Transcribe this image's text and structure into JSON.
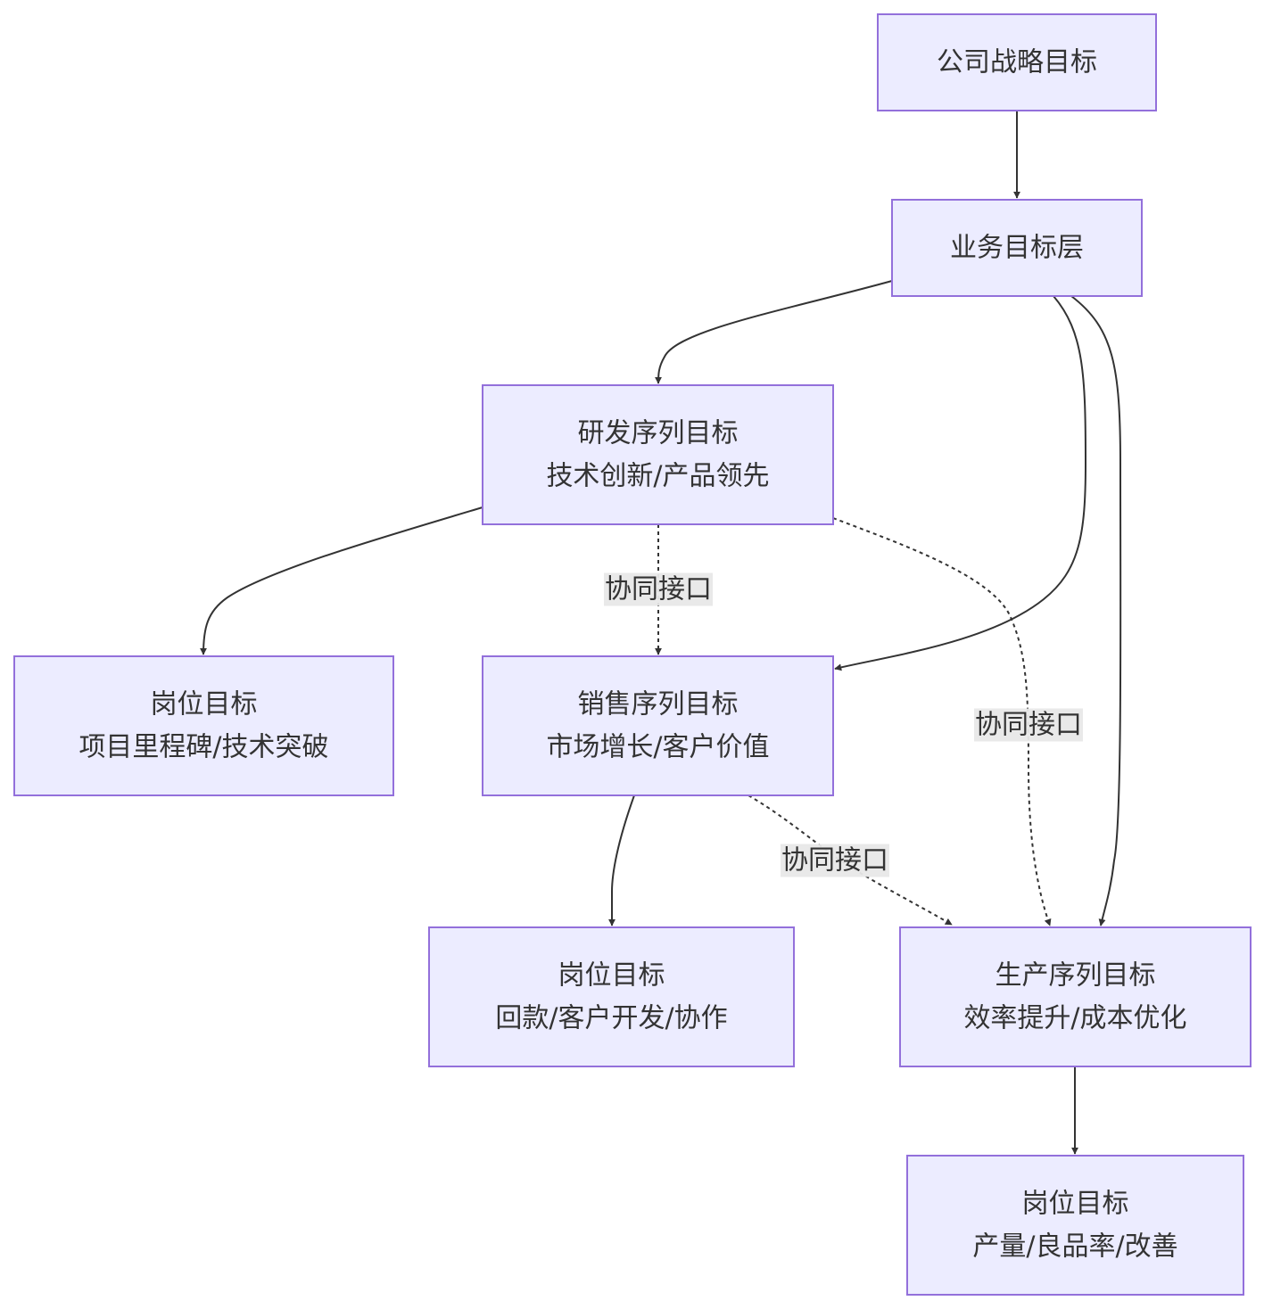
{
  "nodes": {
    "strategy": {
      "lines": [
        "公司战略目标"
      ]
    },
    "business": {
      "lines": [
        "业务目标层"
      ]
    },
    "rnd": {
      "lines": [
        "研发序列目标",
        "技术创新/产品领先"
      ]
    },
    "sales": {
      "lines": [
        "销售序列目标",
        "市场增长/客户价值"
      ]
    },
    "production": {
      "lines": [
        "生产序列目标",
        "效率提升/成本优化"
      ]
    },
    "pos_rnd": {
      "lines": [
        "岗位目标",
        "项目里程碑/技术突破"
      ]
    },
    "pos_sales": {
      "lines": [
        "岗位目标",
        "回款/客户开发/协作"
      ]
    },
    "pos_prod": {
      "lines": [
        "岗位目标",
        "产量/良品率/改善"
      ]
    }
  },
  "edges": [
    {
      "from": "strategy",
      "to": "business",
      "style": "solid",
      "label": ""
    },
    {
      "from": "business",
      "to": "rnd",
      "style": "solid",
      "label": ""
    },
    {
      "from": "business",
      "to": "sales",
      "style": "solid",
      "label": ""
    },
    {
      "from": "business",
      "to": "production",
      "style": "solid",
      "label": ""
    },
    {
      "from": "rnd",
      "to": "pos_rnd",
      "style": "solid",
      "label": ""
    },
    {
      "from": "rnd",
      "to": "sales",
      "style": "dashed",
      "label": "协同接口"
    },
    {
      "from": "rnd",
      "to": "production",
      "style": "dashed",
      "label": "协同接口"
    },
    {
      "from": "sales",
      "to": "pos_sales",
      "style": "solid",
      "label": ""
    },
    {
      "from": "sales",
      "to": "production",
      "style": "dashed",
      "label": "协同接口"
    },
    {
      "from": "production",
      "to": "pos_prod",
      "style": "solid",
      "label": ""
    }
  ],
  "colors": {
    "node_fill": "#ECECFF",
    "node_stroke": "#9370DB",
    "edge": "#333333",
    "label_bg": "#e8e8e8",
    "text": "#333333"
  }
}
